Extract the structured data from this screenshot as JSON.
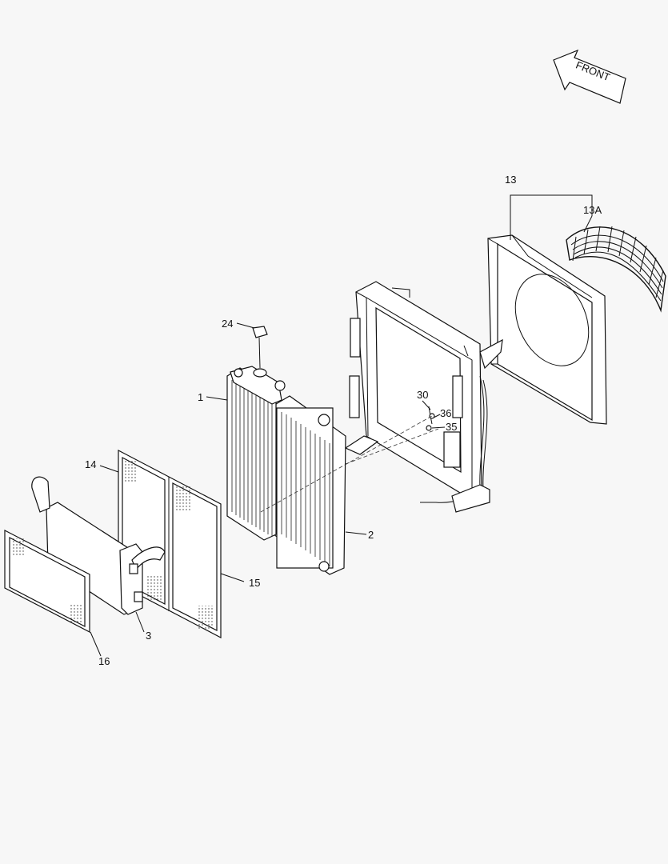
{
  "front_arrow": {
    "label": "FRONT"
  },
  "callouts": {
    "c1": "1",
    "c2": "2",
    "c3": "3",
    "c13": "13",
    "c13a": "13A",
    "c14": "14",
    "c15": "15",
    "c16": "16",
    "c24": "24",
    "c30": "30",
    "c35": "35",
    "c36": "36"
  }
}
